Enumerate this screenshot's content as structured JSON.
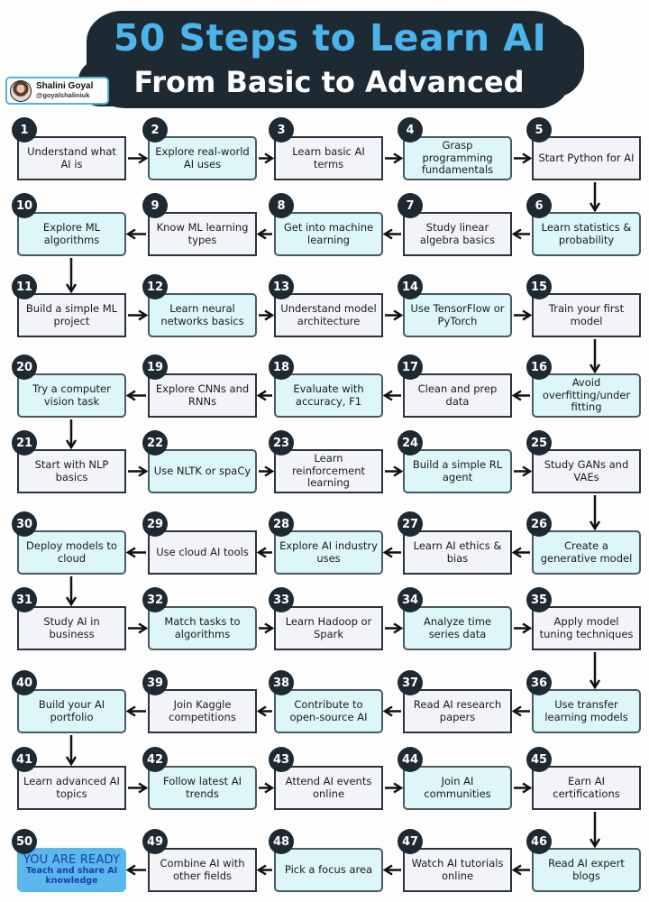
{
  "header": {
    "title_line1": "50 Steps to Learn AI",
    "title_line2": "From Basic to Advanced",
    "author_name": "Shalini Goyal",
    "author_handle": "@goyalshaliniuk"
  },
  "colors": {
    "title_blue": "#4cb4ec",
    "title_bg": "#1e2a33",
    "box_light": "#f2f4fa",
    "box_cyan": "#ddf6f9",
    "final_box": "#5ab8ee",
    "final_text": "#1b3fa8",
    "badge_bg": "#1e2a33"
  },
  "steps": [
    {
      "n": "1",
      "label": "Understand what AI is"
    },
    {
      "n": "2",
      "label": "Explore real-world AI uses"
    },
    {
      "n": "3",
      "label": "Learn basic AI terms"
    },
    {
      "n": "4",
      "label": "Grasp programming fundamentals"
    },
    {
      "n": "5",
      "label": "Start Python for AI"
    },
    {
      "n": "6",
      "label": "Learn statistics & probability"
    },
    {
      "n": "7",
      "label": "Study linear algebra basics"
    },
    {
      "n": "8",
      "label": "Get into machine learning"
    },
    {
      "n": "9",
      "label": "Know ML learning types"
    },
    {
      "n": "10",
      "label": "Explore ML algorithms"
    },
    {
      "n": "11",
      "label": "Build a simple ML project"
    },
    {
      "n": "12",
      "label": "Learn neural networks basics"
    },
    {
      "n": "13",
      "label": "Understand model architecture"
    },
    {
      "n": "14",
      "label": "Use TensorFlow or PyTorch"
    },
    {
      "n": "15",
      "label": "Train your first model"
    },
    {
      "n": "16",
      "label": "Avoid overfitting/under fitting"
    },
    {
      "n": "17",
      "label": "Clean and prep data"
    },
    {
      "n": "18",
      "label": "Evaluate with accuracy, F1"
    },
    {
      "n": "19",
      "label": "Explore CNNs and RNNs"
    },
    {
      "n": "20",
      "label": "Try a computer vision task"
    },
    {
      "n": "21",
      "label": "Start with NLP basics"
    },
    {
      "n": "22",
      "label": "Use NLTK or spaCy"
    },
    {
      "n": "23",
      "label": "Learn reinforcement learning"
    },
    {
      "n": "24",
      "label": "Build a simple RL agent"
    },
    {
      "n": "25",
      "label": "Study GANs and VAEs"
    },
    {
      "n": "26",
      "label": "Create a generative model"
    },
    {
      "n": "27",
      "label": "Learn AI ethics & bias"
    },
    {
      "n": "28",
      "label": "Explore AI industry uses"
    },
    {
      "n": "29",
      "label": "Use cloud AI tools"
    },
    {
      "n": "30",
      "label": "Deploy models to cloud"
    },
    {
      "n": "31",
      "label": "Study AI in business"
    },
    {
      "n": "32",
      "label": "Match tasks to algorithms"
    },
    {
      "n": "33",
      "label": "Learn Hadoop or Spark"
    },
    {
      "n": "34",
      "label": "Analyze time series data"
    },
    {
      "n": "35",
      "label": "Apply model tuning techniques"
    },
    {
      "n": "36",
      "label": "Use transfer learning models"
    },
    {
      "n": "37",
      "label": "Read AI research papers"
    },
    {
      "n": "38",
      "label": "Contribute to open-source AI"
    },
    {
      "n": "39",
      "label": "Join Kaggle competitions"
    },
    {
      "n": "40",
      "label": "Build your AI portfolio"
    },
    {
      "n": "41",
      "label": "Learn advanced AI topics"
    },
    {
      "n": "42",
      "label": "Follow latest AI trends"
    },
    {
      "n": "43",
      "label": "Attend AI events online"
    },
    {
      "n": "44",
      "label": "Join AI communities"
    },
    {
      "n": "45",
      "label": "Earn AI certifications"
    },
    {
      "n": "46",
      "label": "Read AI expert blogs"
    },
    {
      "n": "47",
      "label": "Watch AI tutorials online"
    },
    {
      "n": "48",
      "label": "Pick a focus area"
    },
    {
      "n": "49",
      "label": "Combine AI with other fields"
    },
    {
      "n": "50",
      "label": "YOU ARE READY",
      "sublabel": "Teach and share AI knowledge"
    }
  ]
}
